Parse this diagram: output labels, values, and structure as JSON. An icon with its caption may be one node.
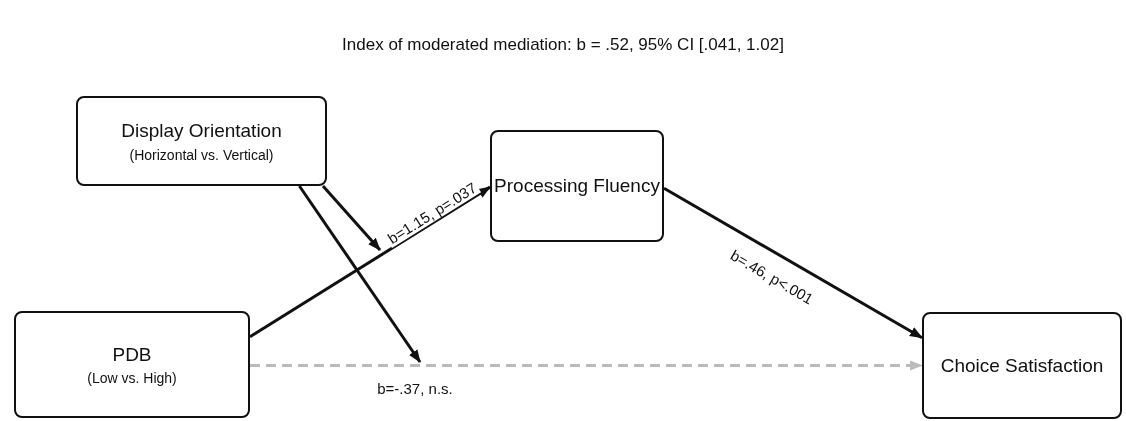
{
  "diagram": {
    "title": "Index of moderated mediation:  b = .52, 95% CI [.041, 1.02]",
    "nodes": [
      {
        "text": [
          "Display Orientation",
          "(Horizontal vs. Vertical)"
        ]
      },
      {
        "text": [
          "Processing Fluency"
        ]
      },
      {
        "text": [
          "PDB",
          "(Low vs. High)"
        ]
      },
      {
        "text": [
          "Choice Satisfaction"
        ]
      }
    ],
    "edges": [
      {
        "from": 2,
        "to": 1,
        "arrow": "to",
        "label": "b=1.15, p=.037"
      },
      {
        "from": 1,
        "to": 3,
        "arrow": "to",
        "label": "b=.46, p<.001"
      },
      {
        "from": 2,
        "to": 3,
        "arrow": "to",
        "label": "b=-.37, n.s.",
        "style": "dashed",
        "color": "#bbbbbb"
      },
      {
        "from": 0,
        "to": null,
        "arrow": "to"
      },
      {
        "from": 0,
        "to": null,
        "arrow": "to"
      }
    ]
  }
}
